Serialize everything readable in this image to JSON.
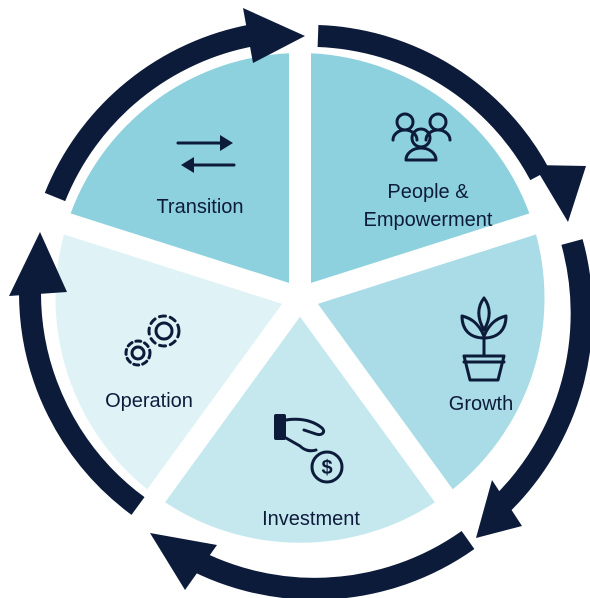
{
  "diagram": {
    "segments": [
      {
        "id": "transition",
        "label_lines": [
          "Transition"
        ],
        "icon": "arrows-exchange-icon",
        "color": "#8ed1de"
      },
      {
        "id": "people",
        "label_lines": [
          "People &",
          "Empowerment"
        ],
        "icon": "people-group-icon",
        "color": "#8ed1de"
      },
      {
        "id": "growth",
        "label_lines": [
          "Growth"
        ],
        "icon": "potted-plant-icon",
        "color": "#a9dce6"
      },
      {
        "id": "investment",
        "label_lines": [
          "Investment"
        ],
        "icon": "hand-coin-icon",
        "color": "#c5e8ef"
      },
      {
        "id": "operation",
        "label_lines": [
          "Operation"
        ],
        "icon": "gears-icon",
        "color": "#dff2f6"
      }
    ],
    "ring_color": "#0d1b3a"
  }
}
